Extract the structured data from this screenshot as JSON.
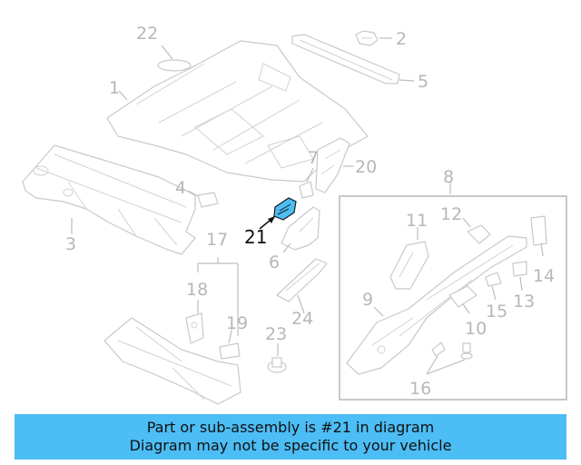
{
  "diagram": {
    "highlight_color": "#4dbdf5",
    "highlighted_part": "21",
    "labels": {
      "p1": "1",
      "p2": "2",
      "p3": "3",
      "p4": "4",
      "p5": "5",
      "p6": "6",
      "p7": "7",
      "p8": "8",
      "p9": "9",
      "p10": "10",
      "p11": "11",
      "p12": "12",
      "p13": "13",
      "p14": "14",
      "p15": "15",
      "p16": "16",
      "p17": "17",
      "p18": "18",
      "p19": "19",
      "p20": "20",
      "p21": "21",
      "p22": "22",
      "p23": "23",
      "p24": "24"
    }
  },
  "banner": {
    "line1": "Part or sub-assembly is #21 in diagram",
    "line2": "Diagram may not be specific to your vehicle",
    "background": "#4dbdf5"
  }
}
